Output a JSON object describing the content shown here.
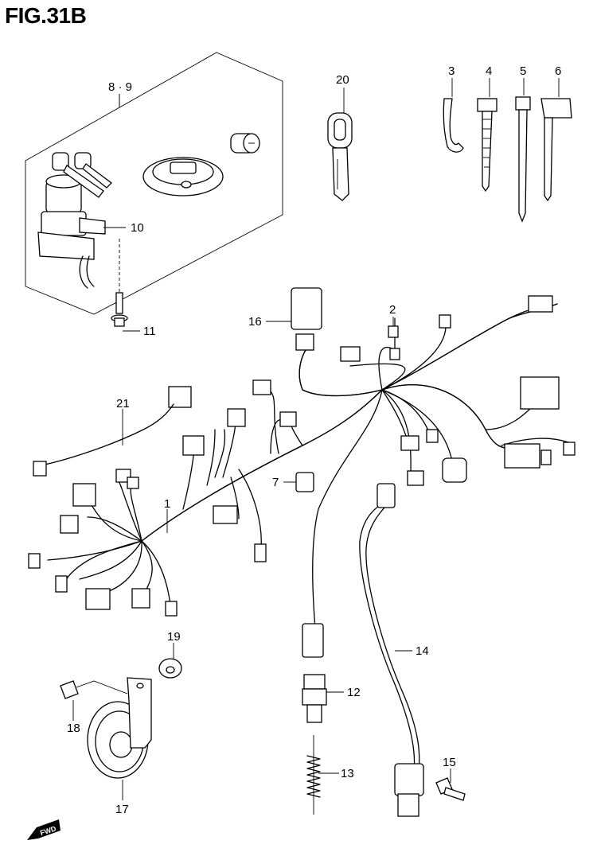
{
  "figure": {
    "title": "FIG.31B"
  },
  "callouts": {
    "c1": "1",
    "c2": "2",
    "c3": "3",
    "c4": "4",
    "c5": "5",
    "c6": "6",
    "c7": "7",
    "c89": "8 · 9",
    "c10": "10",
    "c11": "11",
    "c12": "12",
    "c13": "13",
    "c14": "14",
    "c15": "15",
    "c16": "16",
    "c17": "17",
    "c18": "18",
    "c19": "19",
    "c20": "20",
    "c21": "21"
  },
  "direction_badge": {
    "label": "FWD",
    "icon": "forward-arrow-icon"
  }
}
